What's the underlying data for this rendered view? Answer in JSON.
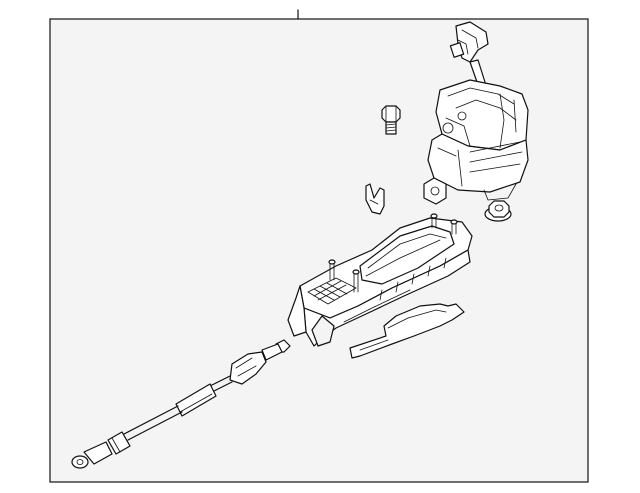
{
  "diagram": {
    "background_color": "#f4f4f4",
    "line_color": "#111111",
    "parts": [
      "shift-lever-assembly",
      "bolt",
      "retaining-clip",
      "flange-nut",
      "shifter-base-bracket",
      "gasket-plate",
      "shift-cable"
    ]
  }
}
